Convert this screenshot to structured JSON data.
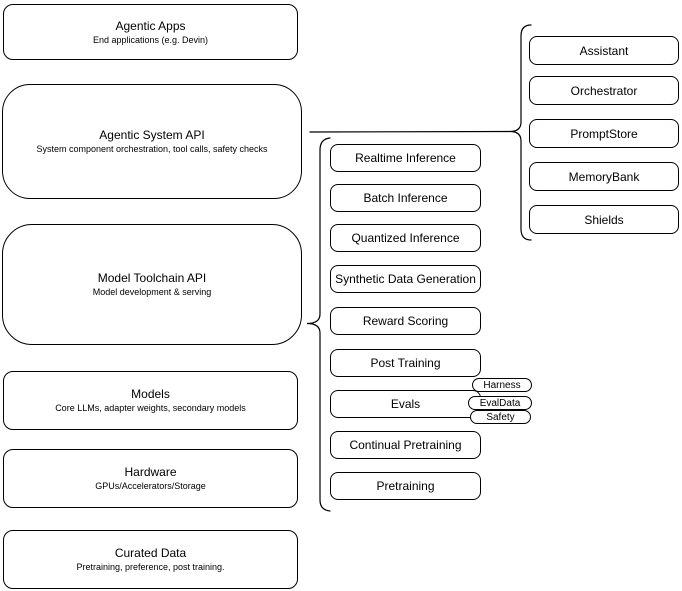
{
  "diagram": {
    "background": "#ffffff",
    "stroke_color": "#000000",
    "text_color": "#000000",
    "left_stack": [
      {
        "title": "Agentic Apps",
        "subtitle": "End applications (e.g. Devin)"
      },
      {
        "title": "Agentic System API",
        "subtitle": "System component orchestration, tool calls, safety checks"
      },
      {
        "title": "Model Toolchain API",
        "subtitle": "Model development & serving"
      },
      {
        "title": "Models",
        "subtitle": "Core LLMs, adapter weights, secondary models"
      },
      {
        "title": "Hardware",
        "subtitle": "GPUs/Accelerators/Storage"
      },
      {
        "title": "Curated Data",
        "subtitle": "Pretraining, preference, post training."
      }
    ],
    "toolchain_components": [
      "Realtime Inference",
      "Batch Inference",
      "Quantized Inference",
      "Synthetic Data Generation",
      "Reward Scoring",
      "Post Training",
      "Evals",
      "Continual Pretraining",
      "Pretraining"
    ],
    "eval_tags": [
      "Harness",
      "EvalData",
      "Safety"
    ],
    "system_components": [
      "Assistant",
      "Orchestrator",
      "PromptStore",
      "MemoryBank",
      "Shields"
    ]
  }
}
